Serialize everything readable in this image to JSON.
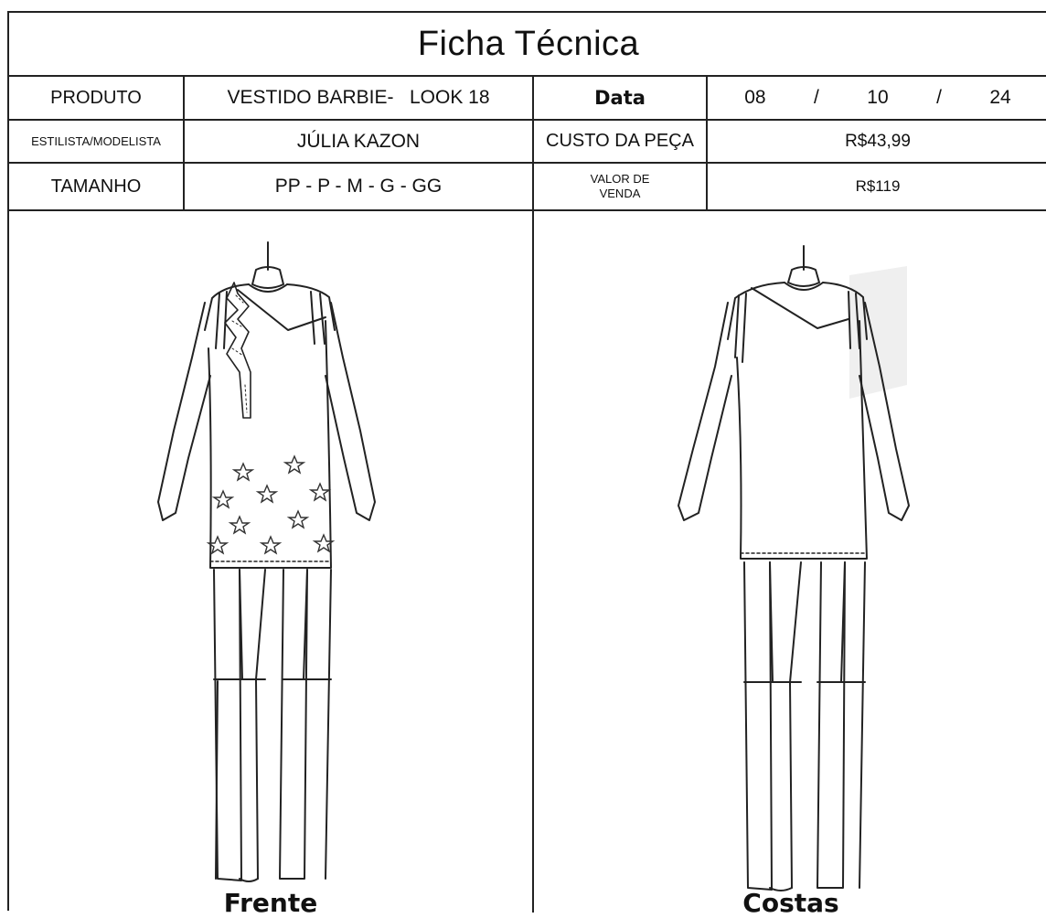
{
  "sheet": {
    "title": "Ficha Técnica",
    "rows": [
      {
        "label_a": "PRODUTO",
        "value_a": "VESTIDO BARBIE-   LOOK 18",
        "label_b": "Data",
        "date": {
          "day": "08",
          "sep1": "/",
          "month": "10",
          "sep2": "/",
          "year": "24"
        }
      },
      {
        "label_a": "ESTILISTA/MODELISTA",
        "value_a": "JÚLIA KAZON",
        "label_b": "CUSTO DA PEÇA",
        "value_b": "R$43,99"
      },
      {
        "label_a": "TAMANHO",
        "value_a": "PP - P - M - G - GG",
        "label_b_line1": "VALOR DE",
        "label_b_line2": "VENDA",
        "value_b": "R$119"
      }
    ],
    "panels": {
      "front_caption": "Frente",
      "back_caption": "Costas"
    }
  }
}
